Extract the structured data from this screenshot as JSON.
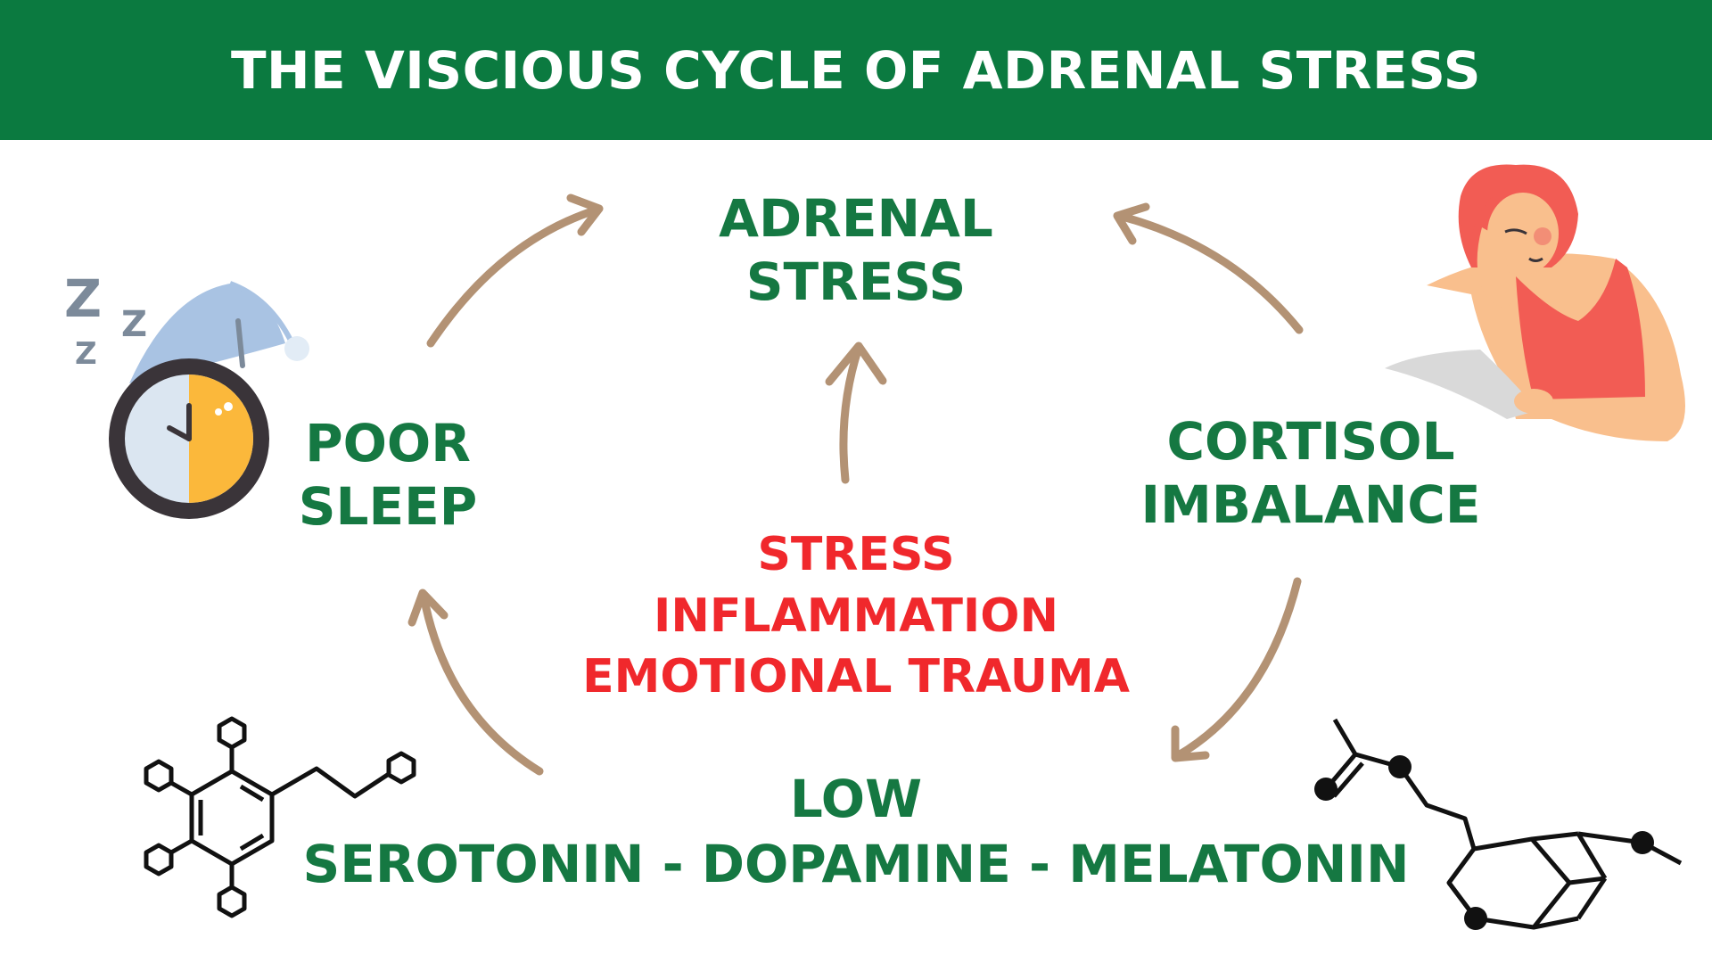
{
  "header": {
    "title": "THE VISCIOUS CYCLE OF ADRENAL STRESS"
  },
  "nodes": {
    "adrenal_stress": [
      "ADRENAL",
      "STRESS"
    ],
    "poor_sleep": [
      "POOR",
      "SLEEP"
    ],
    "cortisol_imbalance": [
      "CORTISOL",
      "IMBALANCE"
    ],
    "low_neurotransmitters": [
      "LOW",
      "SEROTONIN - DOPAMINE - MELATONIN"
    ]
  },
  "center_causes": [
    "STRESS",
    "INFLAMMATION",
    "EMOTIONAL TRAUMA"
  ],
  "icons": [
    "sleeping-clock-icon",
    "stressed-woman-illustration",
    "molecule-structure-icon",
    "serotonin-molecule-icon"
  ],
  "colors": {
    "header_bg": "#0b7a40",
    "node_text": "#157842",
    "cause_text": "#f0282c",
    "arrow": "#b39274"
  }
}
